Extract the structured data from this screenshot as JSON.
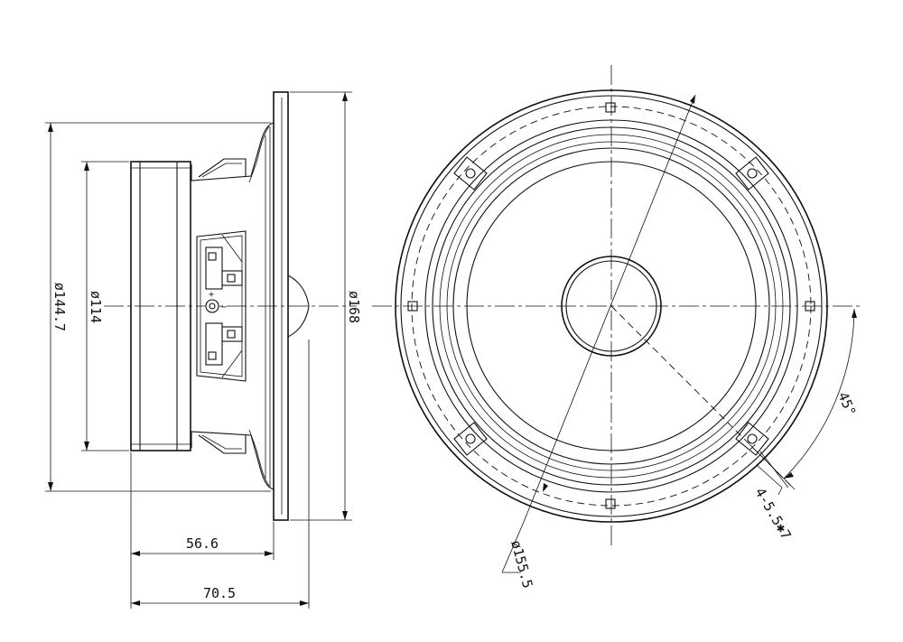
{
  "side_view": {
    "dim_outer_diameter": "ø144.7",
    "dim_magnet_diameter": "ø114",
    "dim_frame_diameter": "ø168",
    "dim_depth_short": "56.6",
    "dim_depth_total": "70.5",
    "terminal_plus": "+",
    "terminal_minus": "−"
  },
  "front_view": {
    "dim_bolt_circle": "ø155.5",
    "dim_angle": "45°",
    "dim_mount_holes": "4-5.5✱7"
  }
}
